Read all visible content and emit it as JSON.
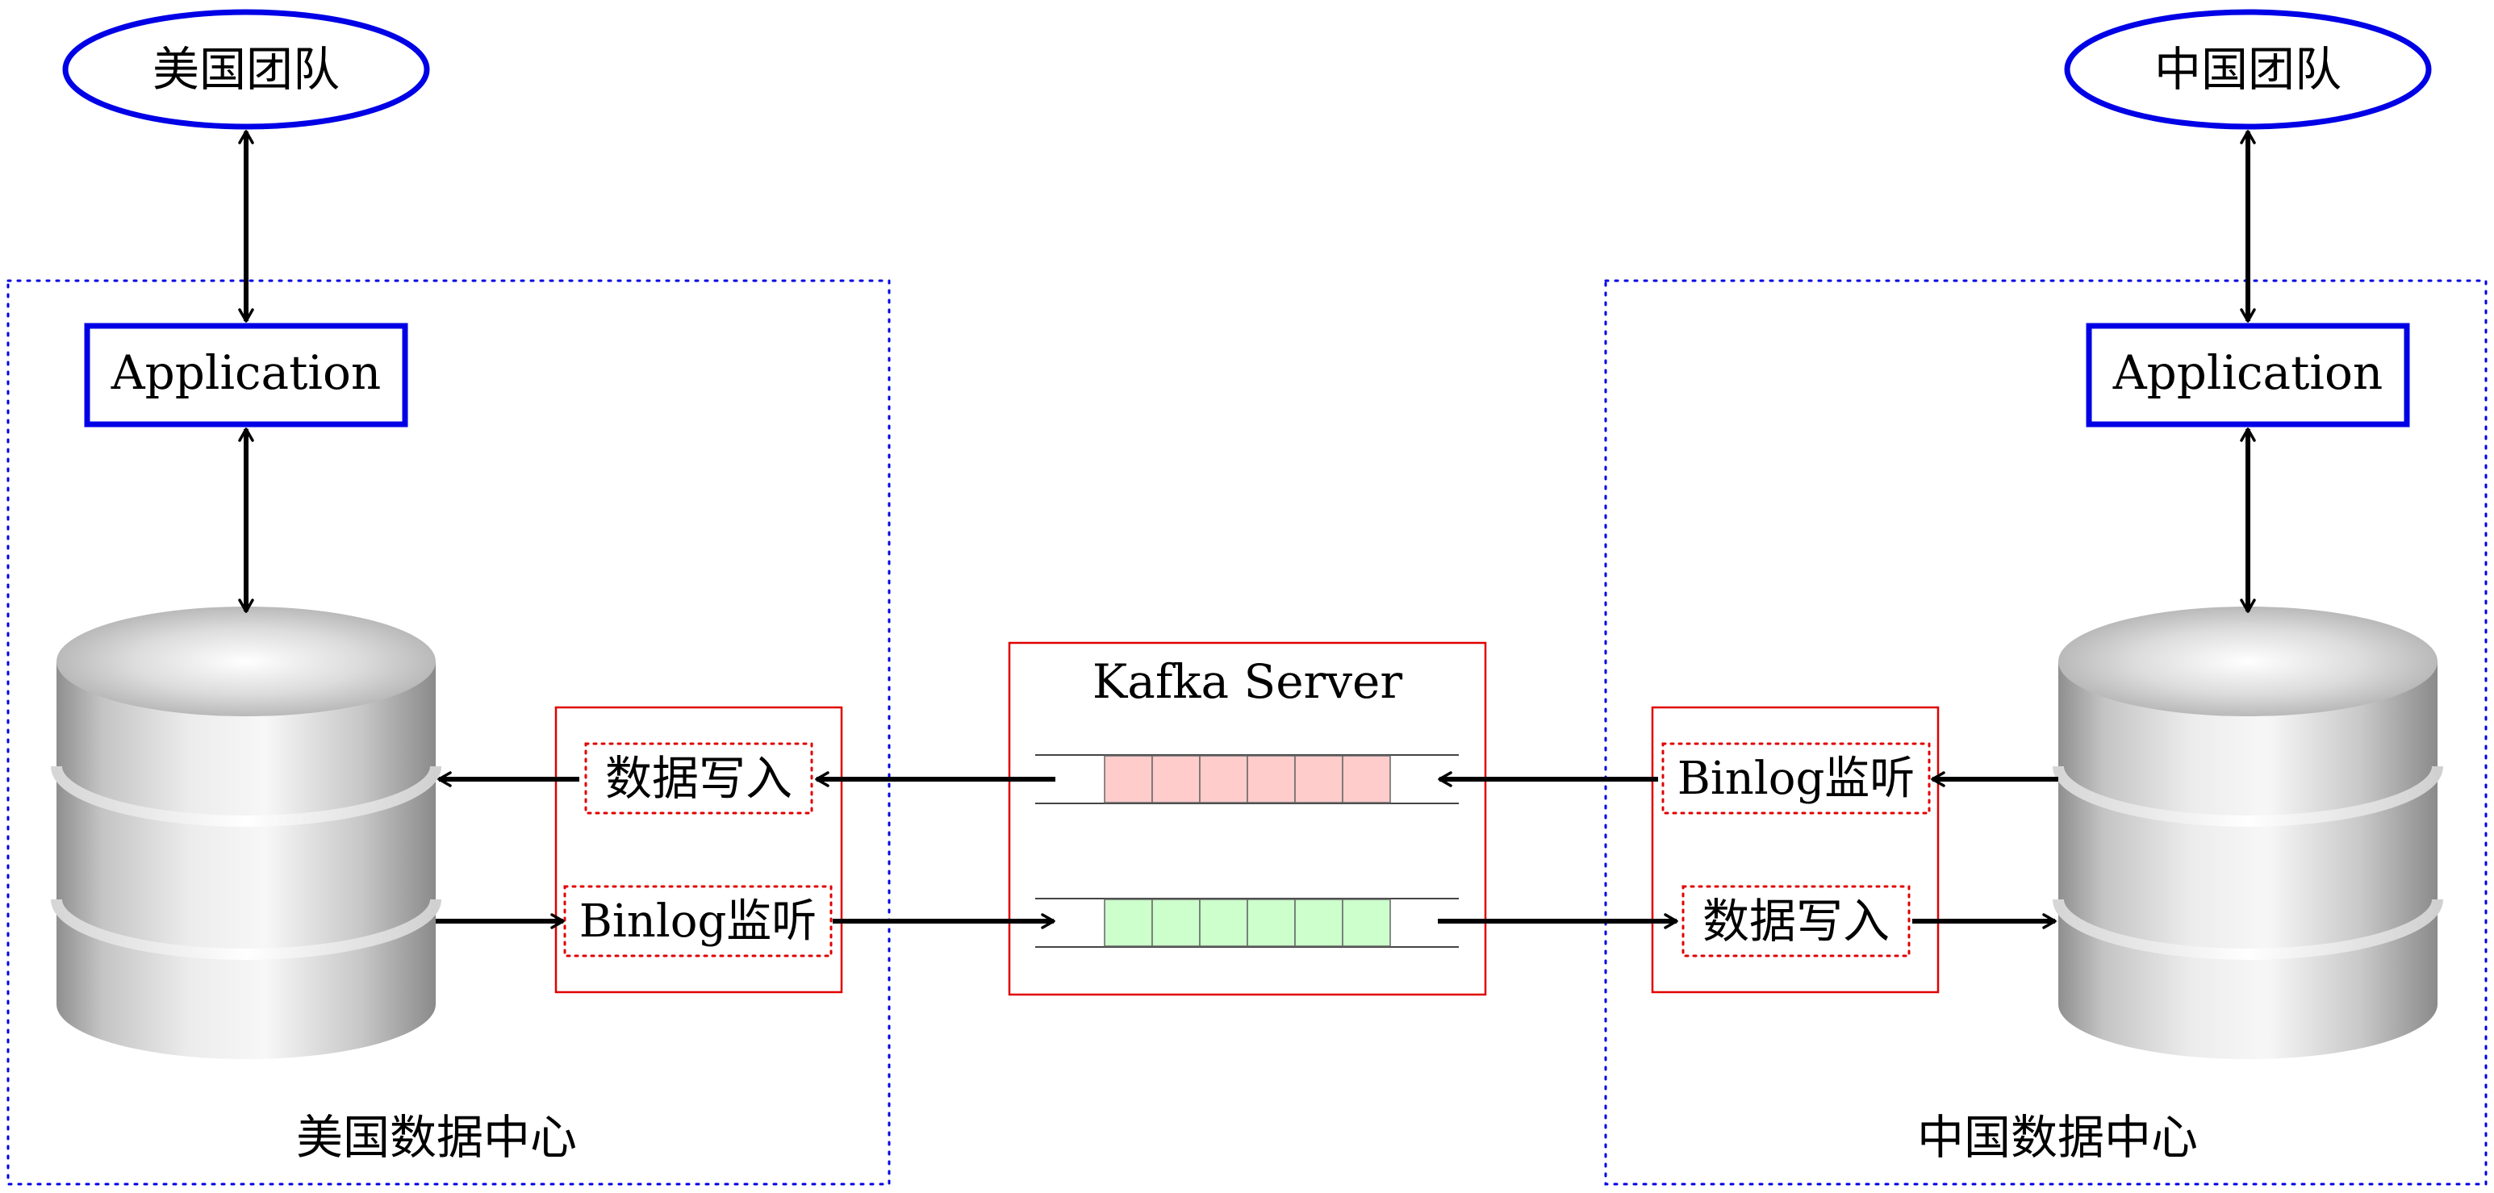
{
  "teams": {
    "us": {
      "label": "美国团队"
    },
    "cn": {
      "label": "中国团队"
    }
  },
  "datacenters": {
    "us": {
      "title": "美国数据中心",
      "application_label": "Application",
      "write_label": "数据写入",
      "binlog_label": "Binlog监听"
    },
    "cn": {
      "title": "中国数据中心",
      "application_label": "Application",
      "write_label": "数据写入",
      "binlog_label": "Binlog监听"
    }
  },
  "kafka": {
    "title": "Kafka Server",
    "queues": [
      {
        "direction": "to-us",
        "cell_count": 6,
        "fill": "#ffcccc"
      },
      {
        "direction": "to-cn",
        "cell_count": 6,
        "fill": "#ccffcc"
      }
    ]
  },
  "colors": {
    "team_border": "#0000e6",
    "app_border": "#0000e6",
    "datacenter_border": "#0000e6",
    "box_border": "#e00000",
    "arrow": "#000000"
  }
}
